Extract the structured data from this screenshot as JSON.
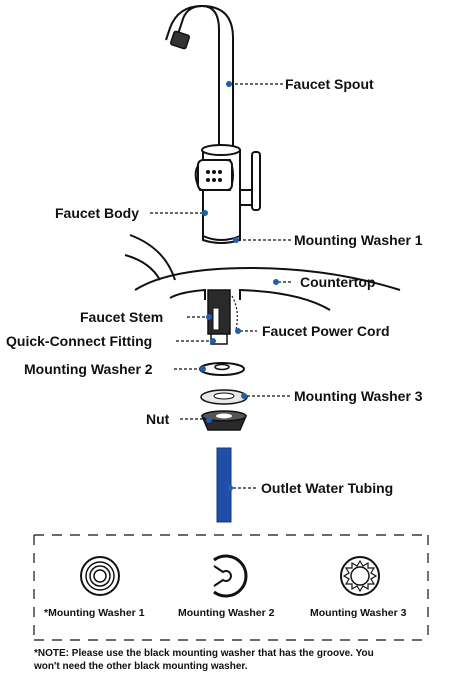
{
  "labels": {
    "faucet_spout": "Faucet Spout",
    "faucet_body": "Faucet Body",
    "mounting_washer_1": "Mounting Washer 1",
    "countertop": "Countertop",
    "faucet_stem": "Faucet Stem",
    "quick_connect_fitting": "Quick-Connect Fitting",
    "faucet_power_cord": "Faucet Power Cord",
    "mounting_washer_2": "Mounting Washer 2",
    "mounting_washer_3": "Mounting Washer 3",
    "nut": "Nut",
    "outlet_water_tubing": "Outlet Water Tubing"
  },
  "legend": {
    "washer_1": "*Mounting Washer 1",
    "washer_2": "Mounting Washer 2",
    "washer_3": "Mounting Washer 3"
  },
  "note": {
    "line1": "*NOTE: Please use the black mounting washer that has the groove. You",
    "line2": "won't need the other black mounting washer."
  },
  "colors": {
    "leader_dot": "#1f5fae",
    "tubing": "#1f4fa8",
    "outline": "#111111"
  }
}
